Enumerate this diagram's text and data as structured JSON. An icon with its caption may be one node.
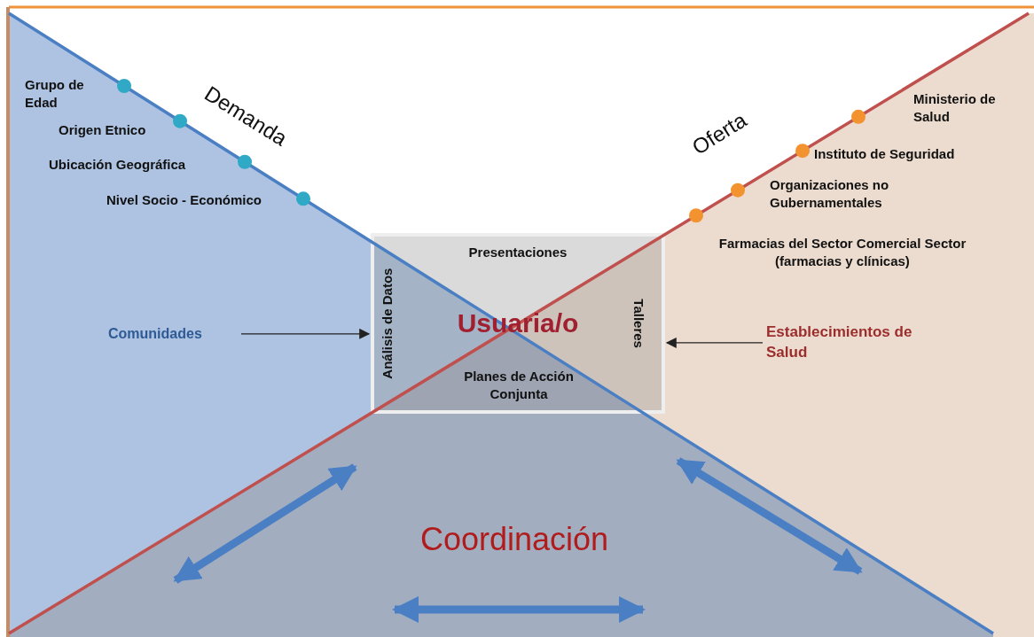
{
  "diagram": {
    "nodes": [
      {
        "text": [
          "Comunidades"
        ]
      },
      {
        "text": [
          "Presentaciones",
          "Análisis de Datos",
          "Usuaria/o",
          "Talleres",
          "Planes de Acción Conjunta"
        ]
      },
      {
        "text": [
          "Establecimientos de Salud"
        ]
      }
    ],
    "edges": [
      {
        "from": 0,
        "to": 1,
        "arrow": "to"
      },
      {
        "from": 2,
        "to": 1,
        "arrow": "to"
      }
    ],
    "labels": [
      "Demanda",
      "Grupo de Edad",
      "Origen Etnico",
      "Ubicación Geográfica",
      "Nivel Socio - Económico",
      "Oferta",
      "Ministerio de Salud",
      "Instituto de Seguridad",
      "Organizaciones no Gubernamentales",
      "Farmacias del Sector Comercial Sector (farmacias y clínicas)",
      "Coordinación"
    ]
  }
}
